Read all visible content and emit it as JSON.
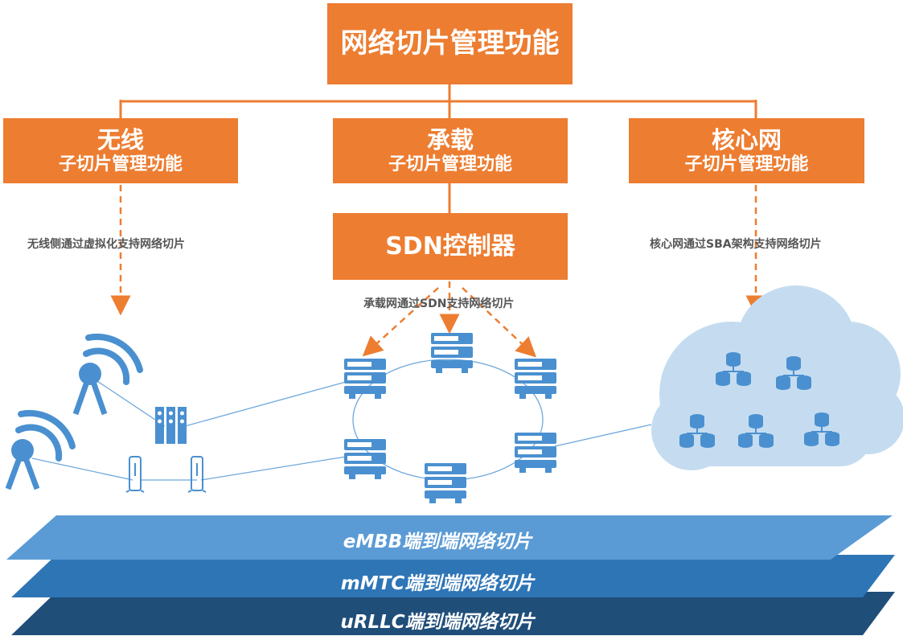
{
  "top_box": {
    "label": "网络切片管理功能"
  },
  "sub_boxes": [
    {
      "title": "无线",
      "subtitle": "子切片管理功能"
    },
    {
      "title": "承载",
      "subtitle": "子切片管理功能"
    },
    {
      "title": "核心网",
      "subtitle": "子切片管理功能"
    }
  ],
  "sdn_box": {
    "label": "SDN控制器"
  },
  "notes": {
    "wireless": "无线侧通过虚拟化支持网络切片",
    "transport": "承载网通过SDN支持网络切片",
    "core": "核心网通过SBA架构支持网络切片"
  },
  "slices": [
    {
      "label": "eMBB端到端网络切片",
      "color": "#5B9BD5"
    },
    {
      "label": "mMTC端到端网络切片",
      "color": "#2E75B6"
    },
    {
      "label": "uRLLC端到端网络切片",
      "color": "#1F4E79"
    }
  ],
  "colors": {
    "orange": "#ED7D31",
    "icon_blue": "#4A90D0",
    "cloud": "#C5DCF0",
    "line": "#6FA8DC"
  }
}
